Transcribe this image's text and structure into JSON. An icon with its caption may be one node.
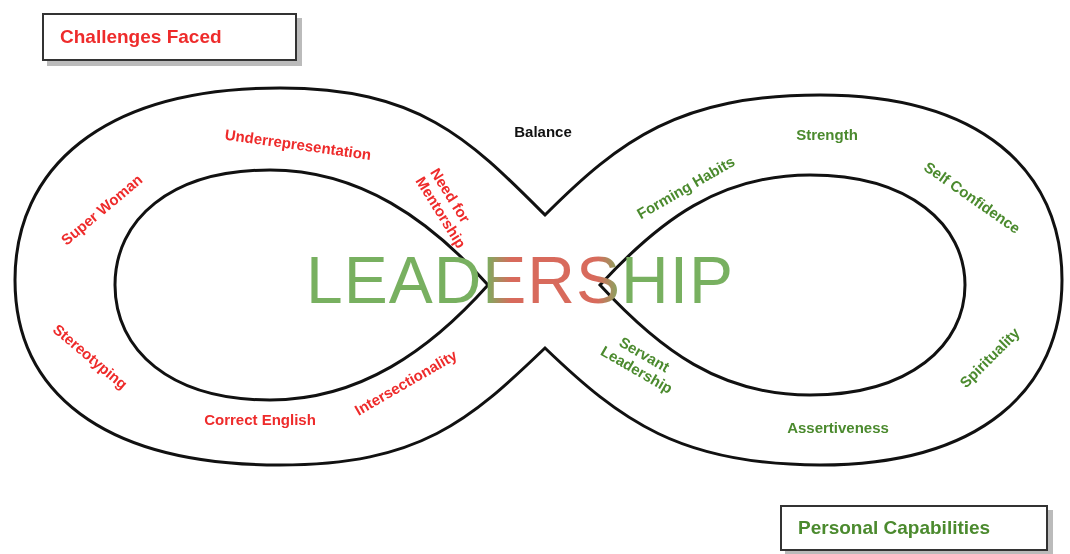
{
  "diagram": {
    "nodes": [
      {
        "text": [
          "Challenges Faced"
        ]
      },
      {
        "text": [
          "Balance",
          "Underrepresentation",
          "Need for Mentorship",
          "Super Woman",
          "Stereotyping",
          "Correct English",
          "Intersectionality",
          "Strength",
          "Forming Habits",
          "Self Confidence",
          "Spirituality",
          "Servant Leadership",
          "Assertiveness",
          "LEADERSHIP"
        ]
      },
      {
        "text": [
          "Personal Capabilities"
        ]
      }
    ],
    "edges": []
  }
}
